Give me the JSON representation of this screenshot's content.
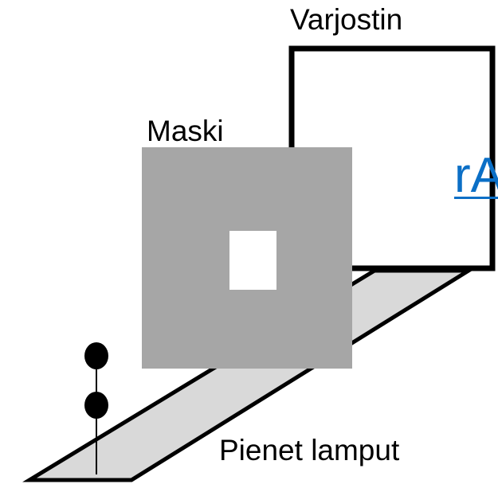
{
  "labels": {
    "screen": "Varjostin",
    "mask": "Maski",
    "lamps": "Pienet lamput"
  },
  "link": {
    "visible_text": "rA"
  },
  "colors": {
    "floor_fill": "#d9d9d9",
    "mask_fill": "#a6a6a6",
    "outline": "#000000",
    "link": "#0b6fc6",
    "aperture": "#ffffff"
  }
}
